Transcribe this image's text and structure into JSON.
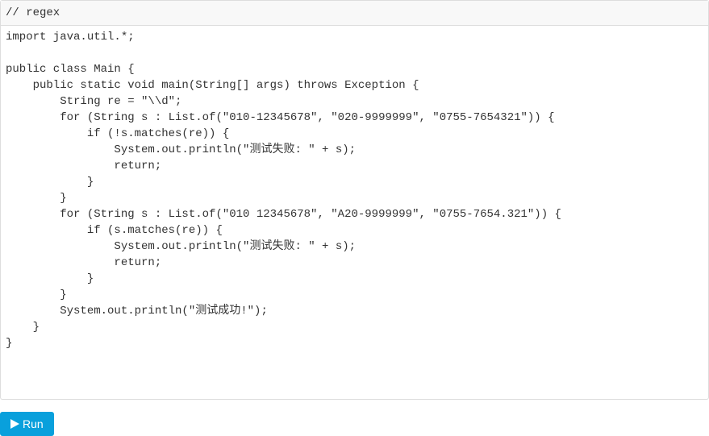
{
  "editor": {
    "title": "// regex",
    "lines": [
      "import java.util.*;",
      "",
      "public class Main {",
      "    public static void main(String[] args) throws Exception {",
      "        String re = \"\\\\d\";",
      "        for (String s : List.of(\"010-12345678\", \"020-9999999\", \"0755-7654321\")) {",
      "            if (!s.matches(re)) {",
      "                System.out.println(\"测试失败: \" + s);",
      "                return;",
      "            }",
      "        }",
      "        for (String s : List.of(\"010 12345678\", \"A20-9999999\", \"0755-7654.321\")) {",
      "            if (s.matches(re)) {",
      "                System.out.println(\"测试失败: \" + s);",
      "                return;",
      "            }",
      "        }",
      "        System.out.println(\"测试成功!\");",
      "    }",
      "}"
    ]
  },
  "run_button": {
    "label": "Run",
    "icon": "play-icon",
    "color": "#09a0dc"
  }
}
